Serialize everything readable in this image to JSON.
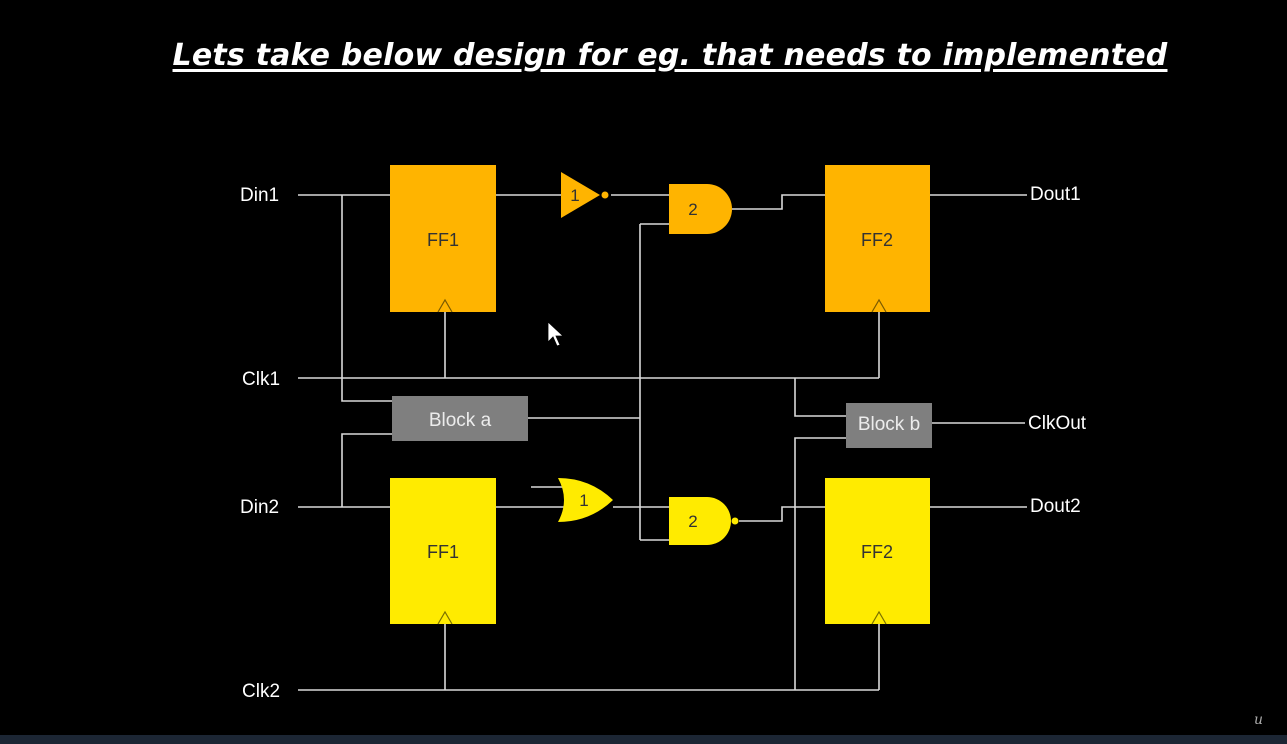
{
  "title": "Lets take below design for eg. that needs to implemented",
  "signals": {
    "din1": "Din1",
    "clk1": "Clk1",
    "din2": "Din2",
    "clk2": "Clk2",
    "dout1": "Dout1",
    "clkout": "ClkOut",
    "dout2": "Dout2"
  },
  "blocks": {
    "ff1_top": "FF1",
    "ff2_top": "FF2",
    "ff1_bottom": "FF1",
    "ff2_bottom": "FF2",
    "block_a": "Block a",
    "block_b": "Block b"
  },
  "gates": {
    "inverter_top": "1",
    "and_top": "2",
    "or_bottom": "1",
    "nand_bottom": "2"
  },
  "watermark": "u",
  "colors": {
    "background": "#000000",
    "orange": "#FFB400",
    "yellow": "#FFEB00",
    "gray_block": "#7F7F7F",
    "wire": "#D9D9D9",
    "text": "#FFFFFF"
  }
}
